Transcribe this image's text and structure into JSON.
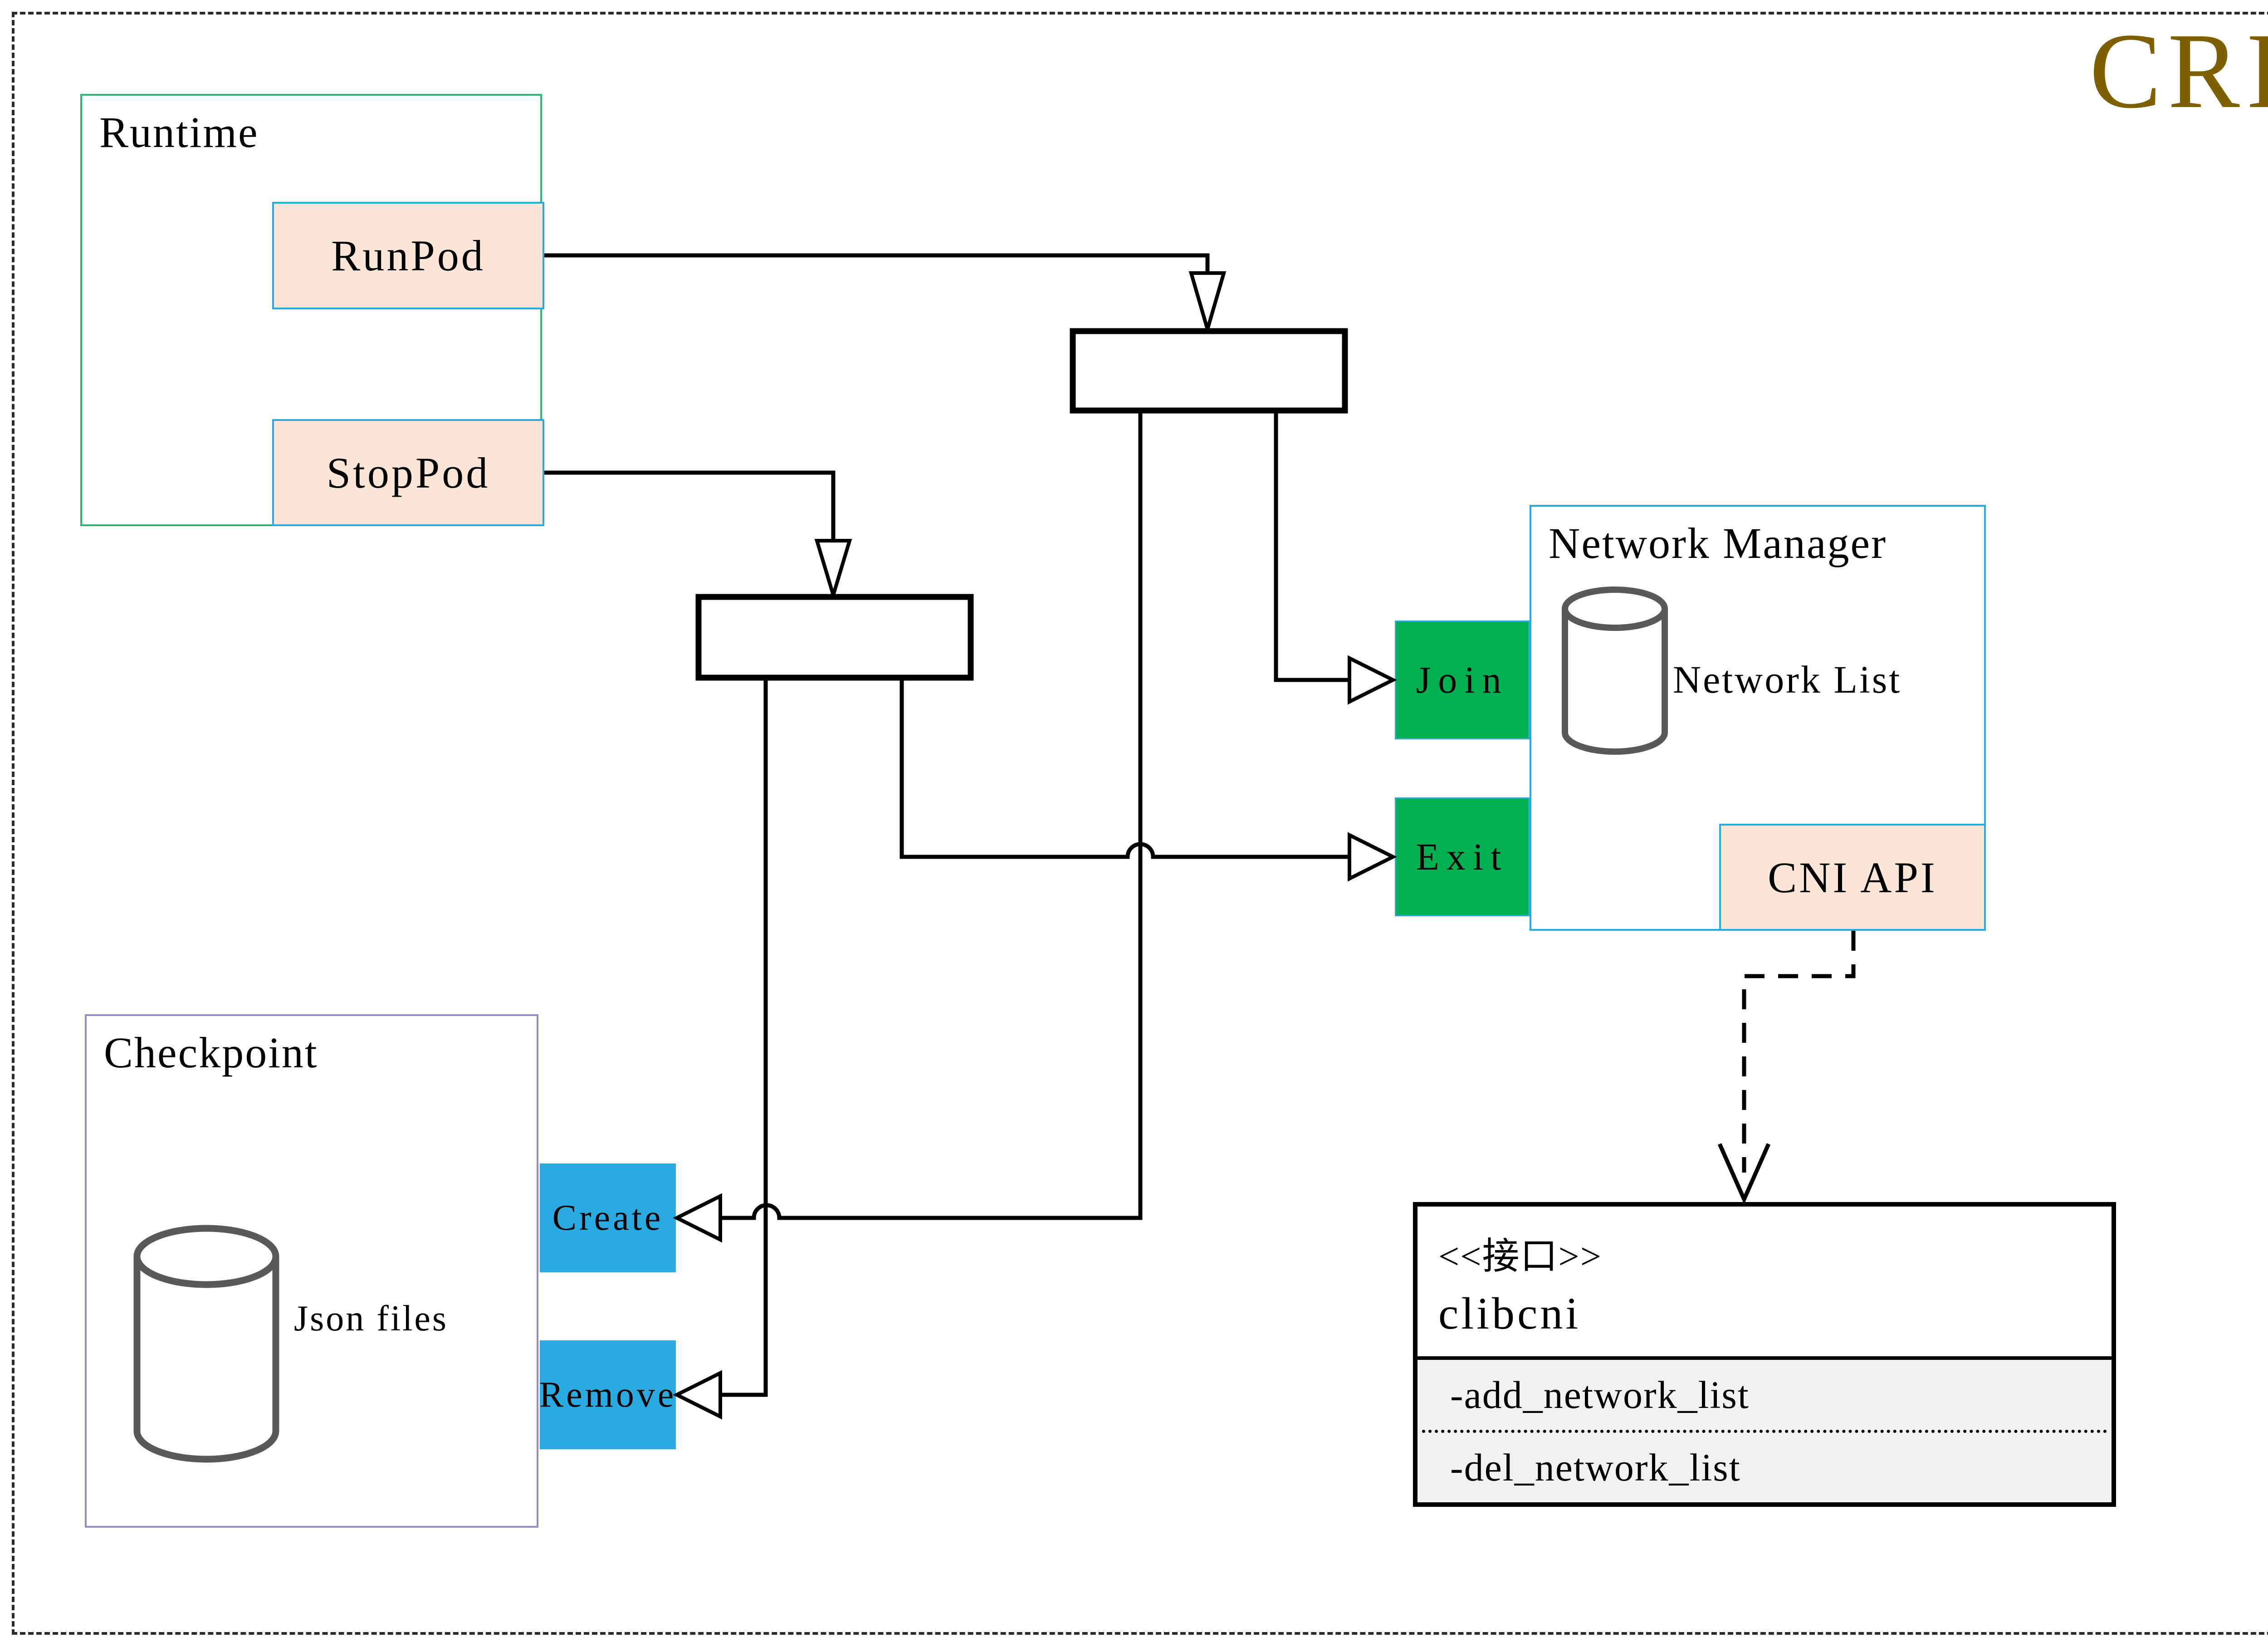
{
  "header": {
    "title": "CRI",
    "title_color": "#7F6000"
  },
  "runtime": {
    "title": "Runtime",
    "run_pod_label": "RunPod",
    "stop_pod_label": "StopPod"
  },
  "network_manager": {
    "title": "Network Manager",
    "network_list_label": "Network List",
    "cni_api_label": "CNI API",
    "join_label": "Join",
    "exit_label": "Exit"
  },
  "checkpoint": {
    "title": "Checkpoint",
    "json_files_label": "Json files",
    "create_label": "Create",
    "remove_label": "Remove"
  },
  "clibcni": {
    "stereotype": "<<接口>>",
    "name": "clibcni",
    "method_add": "-add_network_list",
    "method_del": "-del_network_list"
  },
  "icons": {
    "database": "database-cylinder",
    "hollow_triangle_arrowhead": "hollow-triangle",
    "open_v_arrowhead": "open-v",
    "spear_arrowhead": "elongated-hollow-spear"
  },
  "colors": {
    "cri_gold": "#7F6000",
    "runtime_border_green": "#2BB673",
    "blue_border": "#29ABE2",
    "green_fill": "#00B050",
    "cyan_fill": "#29ABE2",
    "peach_fill": "#FBE5D6",
    "checkpoint_border_purple": "#9B8BC4",
    "methods_section_gray": "#F1F1F1",
    "cylinder_stroke_gray": "#595959",
    "line_black": "#000000"
  }
}
